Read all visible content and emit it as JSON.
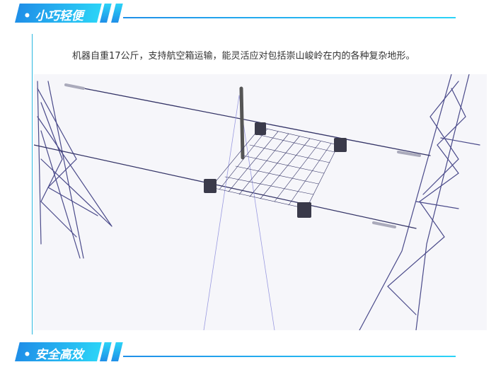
{
  "section1": {
    "title": "• 小巧轻便"
  },
  "caption": "机器自重17公斤，支持航空箱运输，能灵活应对包括崇山峻岭在内的各种复杂地形。",
  "section2": {
    "title": "• 安全高效"
  },
  "colors": {
    "accent": "#1f8fe8",
    "accent_light": "#2bd3f7"
  }
}
